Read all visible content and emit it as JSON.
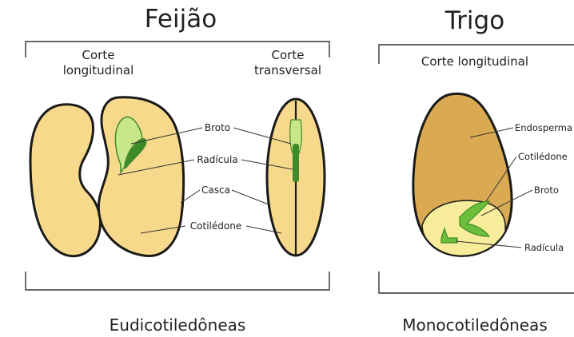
{
  "beans": {
    "title": "Feijão",
    "longitudinal_label": [
      "Corte",
      "longitudinal"
    ],
    "transversal_label": [
      "Corte",
      "transversal"
    ],
    "parts": {
      "broto": "Broto",
      "radicula": "Radícula",
      "casca": "Casca",
      "cotiledone": "Cotilédone"
    },
    "group": "Eudicotiledôneas"
  },
  "wheat": {
    "title": "Trigo",
    "section_label": "Corte longitudinal",
    "parts": {
      "endosperma": "Endosperma",
      "cotiledone": "Cotilédone",
      "broto": "Broto",
      "radicula": "Radícula"
    },
    "group": "Monocotiledôneas"
  },
  "colors": {
    "seed_fill": "#f7d98b",
    "seed_stroke": "#1a1a1a",
    "embryo_light": "#c8e68a",
    "embryo_dark": "#3f8a2a",
    "wheat_endosperm": "#d9aa52",
    "wheat_embryo_zone": "#f6ec9a"
  }
}
